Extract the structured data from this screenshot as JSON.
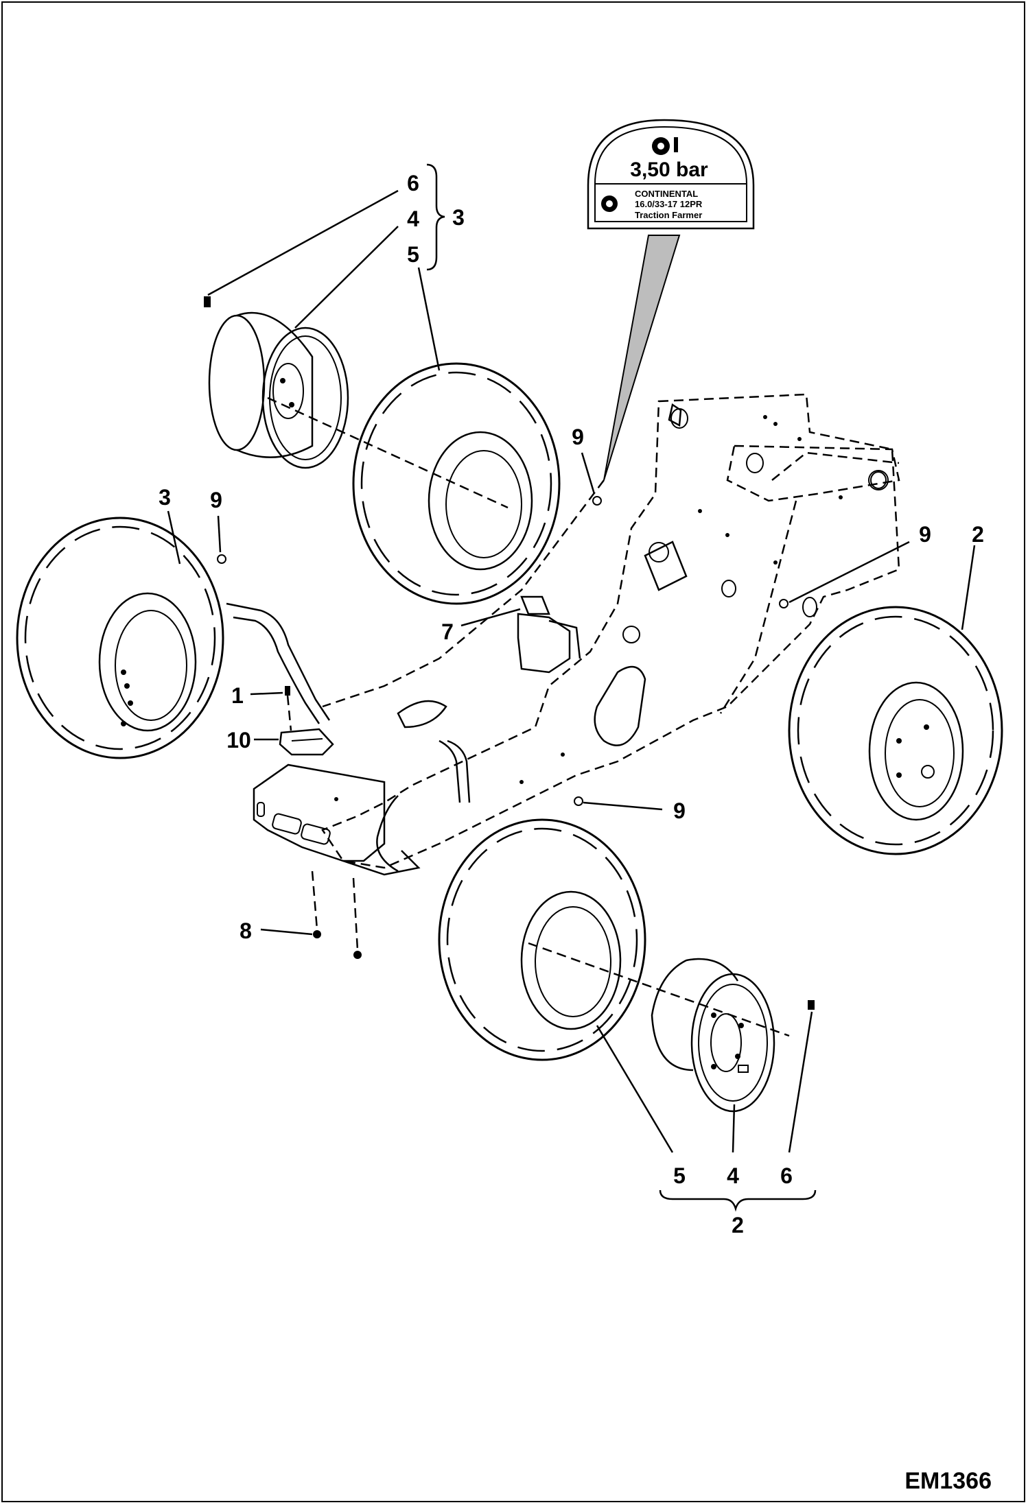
{
  "figure_id": "EM1366",
  "decal": {
    "pressure": "3,50 bar",
    "brand": "CONTINENTAL",
    "size": "16.0/33-17  12PR",
    "model": "Traction Farmer"
  },
  "callouts": {
    "c1": "1",
    "c2_right": "2",
    "c2_bottom": "2",
    "c3_top": "3",
    "c3_left": "3",
    "c4_top": "4",
    "c4_bottom": "4",
    "c5_top": "5",
    "c5_bottom": "5",
    "c6_top": "6",
    "c6_bottom": "6",
    "c7": "7",
    "c8": "8",
    "c9_top": "9",
    "c9_left": "9",
    "c9_right": "9",
    "c9_bottom": "9",
    "c10": "10"
  }
}
